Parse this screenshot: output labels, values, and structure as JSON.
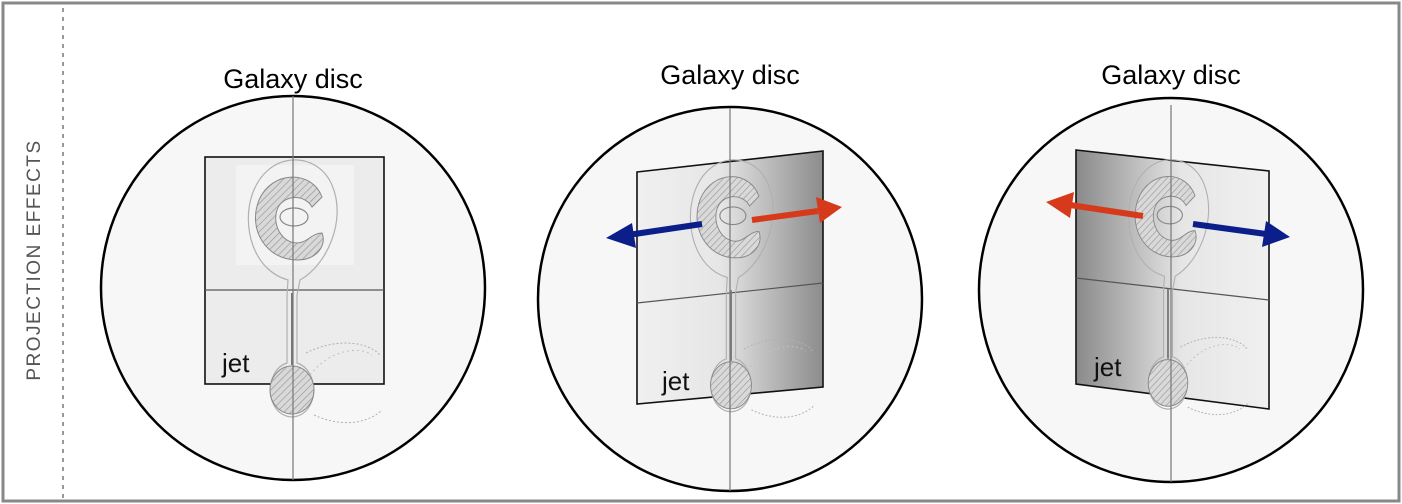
{
  "side_label": "PROJECTION EFFECTS",
  "panels": [
    {
      "title": "Galaxy disc",
      "plane_label": "jet"
    },
    {
      "title": "Galaxy disc",
      "plane_label": "jet"
    },
    {
      "title": "Galaxy disc",
      "plane_label": "jet"
    }
  ],
  "colors": {
    "frame": "#888888",
    "arrow_red": "#d63a1a",
    "arrow_blue": "#0c1e8a"
  }
}
